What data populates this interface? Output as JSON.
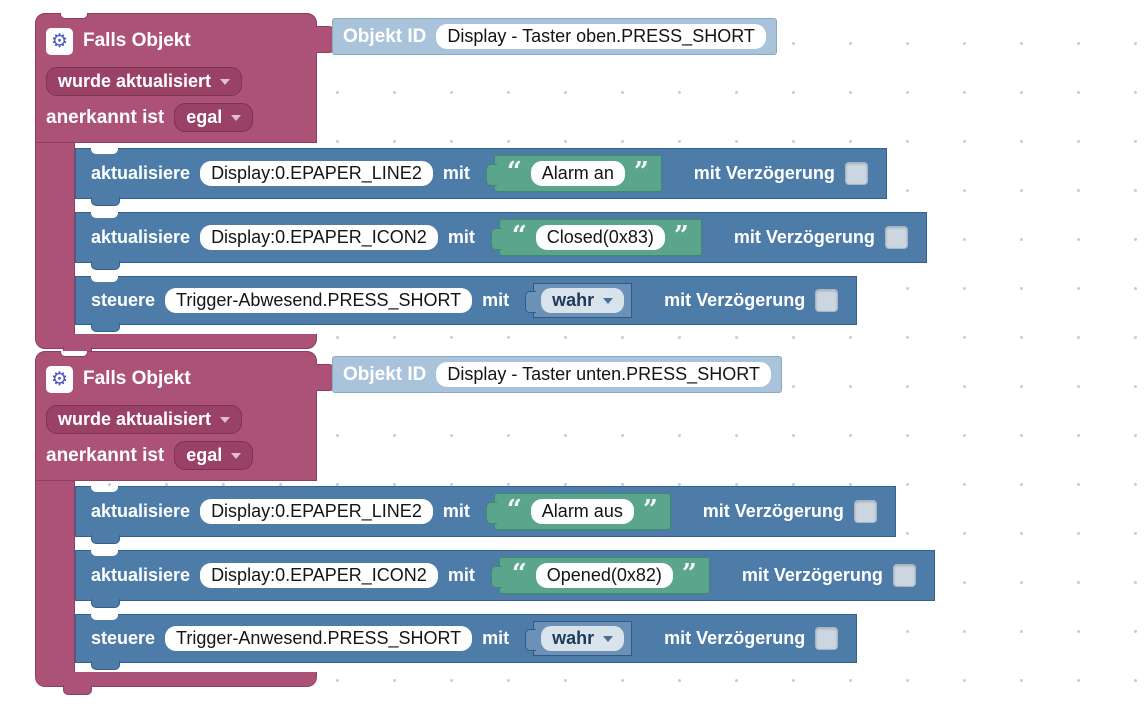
{
  "ui": {
    "gear_glyph": "⚙",
    "open_quote": "“",
    "close_quote": "”"
  },
  "colors": {
    "trigger_block": "#ad5277",
    "trigger_block_border": "#8e3f61",
    "action_block": "#4e7ca8",
    "action_block_border": "#35618e",
    "string_block": "#5ba58c",
    "string_block_border": "#3f8a6f",
    "shadow_block": "#a9c4da",
    "field_background": "#ffffff"
  },
  "blocks": [
    {
      "header_label": "Falls Objekt",
      "objekt_id_label": "Objekt ID",
      "objekt_id_value": "Display - Taster oben.PRESS_SHORT",
      "trigger_dropdown": "wurde aktualisiert",
      "ack_label": "anerkannt ist",
      "ack_dropdown": "egal",
      "statements": [
        {
          "verb": "aktualisiere",
          "target": "Display:0.EPAPER_LINE2",
          "with_label": "mit",
          "value_type": "string",
          "value": "Alarm an",
          "delay_label": "mit Verzögerung",
          "delay_checked": false
        },
        {
          "verb": "aktualisiere",
          "target": "Display:0.EPAPER_ICON2",
          "with_label": "mit",
          "value_type": "string",
          "value": "Closed(0x83)",
          "delay_label": "mit Verzögerung",
          "delay_checked": false
        },
        {
          "verb": "steuere",
          "target": "Trigger-Abwesend.PRESS_SHORT",
          "with_label": "mit",
          "value_type": "boolean_dropdown",
          "value": "wahr",
          "delay_label": "mit Verzögerung",
          "delay_checked": false
        }
      ]
    },
    {
      "header_label": "Falls Objekt",
      "objekt_id_label": "Objekt ID",
      "objekt_id_value": "Display - Taster unten.PRESS_SHORT",
      "trigger_dropdown": "wurde aktualisiert",
      "ack_label": "anerkannt ist",
      "ack_dropdown": "egal",
      "statements": [
        {
          "verb": "aktualisiere",
          "target": "Display:0.EPAPER_LINE2",
          "with_label": "mit",
          "value_type": "string",
          "value": "Alarm aus",
          "delay_label": "mit Verzögerung",
          "delay_checked": false
        },
        {
          "verb": "aktualisiere",
          "target": "Display:0.EPAPER_ICON2",
          "with_label": "mit",
          "value_type": "string",
          "value": "Opened(0x82)",
          "delay_label": "mit Verzögerung",
          "delay_checked": false
        },
        {
          "verb": "steuere",
          "target": "Trigger-Anwesend.PRESS_SHORT",
          "with_label": "mit",
          "value_type": "boolean_dropdown",
          "value": "wahr",
          "delay_label": "mit Verzögerung",
          "delay_checked": false
        }
      ]
    }
  ]
}
